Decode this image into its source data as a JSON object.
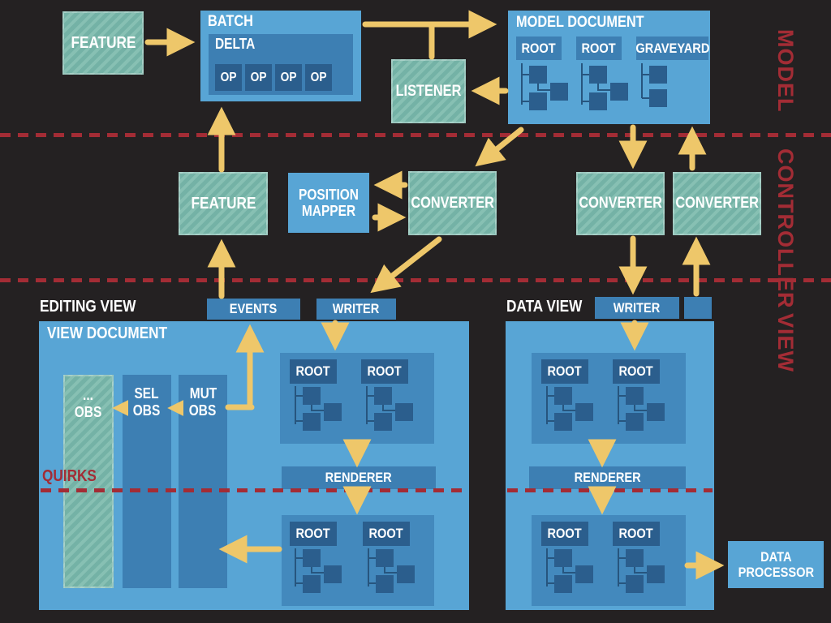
{
  "colors": {
    "bg": "#242122",
    "blue1": "#58a5d5",
    "blue2": "#4389bd",
    "blue3": "#3d7fb3",
    "blue4": "#2b5e8d",
    "treeline": "#27557e",
    "teal": "#74b2a6",
    "tealstripe": "#87c0b3",
    "yellow": "#eec76a",
    "red": "#a32c35"
  },
  "zones": {
    "model": "MODEL",
    "controller": "CONTROLLER",
    "view": "VIEW"
  },
  "model_zone": {
    "feature": "FEATURE",
    "batch": {
      "title": "BATCH",
      "delta": "DELTA",
      "ops": [
        "OP",
        "OP",
        "OP",
        "OP"
      ]
    },
    "listener": "LISTENER",
    "document": {
      "title": "MODEL DOCUMENT",
      "roots": [
        "ROOT",
        "ROOT",
        "GRAVEYARD"
      ]
    }
  },
  "controller_zone": {
    "feature": "FEATURE",
    "position_mapper": {
      "line1": "POSITION",
      "line2": "MAPPER"
    },
    "converter_left": "CONVERTER",
    "converter_mid": "CONVERTER",
    "converter_right": "CONVERTER"
  },
  "view_zone": {
    "editing": {
      "title": "EDITING VIEW",
      "events": "EVENTS",
      "writer": "WRITER",
      "document_title": "VIEW DOCUMENT",
      "observers": [
        {
          "top": "...",
          "bottom": "OBS"
        },
        {
          "top": "SEL",
          "bottom": "OBS"
        },
        {
          "top": "MUT",
          "bottom": "OBS"
        }
      ],
      "quirks": "QUIRKS",
      "renderer": "RENDERER",
      "top_roots": [
        "ROOT",
        "ROOT"
      ],
      "bottom_roots": [
        "ROOT",
        "ROOT"
      ]
    },
    "data": {
      "title": "DATA VIEW",
      "writer": "WRITER",
      "renderer": "RENDERER",
      "top_roots": [
        "ROOT",
        "ROOT"
      ],
      "bottom_roots": [
        "ROOT",
        "ROOT"
      ],
      "processor": {
        "line1": "DATA",
        "line2": "PROCESSOR"
      }
    }
  }
}
